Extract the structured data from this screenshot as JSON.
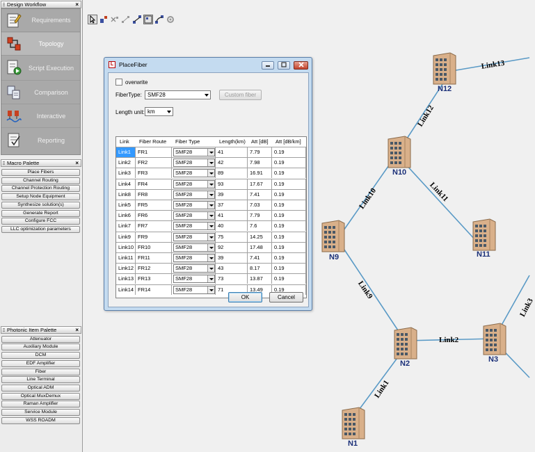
{
  "design_workflow": {
    "title": "Design Workflow",
    "items": [
      {
        "label": "Requirements",
        "icon": "checklist-icon"
      },
      {
        "label": "Topology",
        "icon": "topology-icon"
      },
      {
        "label": "Script Execution",
        "icon": "script-execution-icon"
      },
      {
        "label": "Comparison",
        "icon": "comparison-icon"
      },
      {
        "label": "Interactive",
        "icon": "interactive-icon"
      },
      {
        "label": "Reporting",
        "icon": "reporting-icon"
      }
    ],
    "active_index": 1
  },
  "macro_palette": {
    "title": "Macro Palette",
    "items": [
      "Place Fibers",
      "Channel Routing",
      "Channel Protection Routing",
      "Setup Node Equipment",
      "Synthesize solution(s)",
      "Generate Report",
      "Configure FCC",
      "LLC optimization parameters"
    ]
  },
  "photonic_palette": {
    "title": "Photonic Item Palette",
    "items": [
      "Attenuator",
      "Auxiliary Module",
      "DCM",
      "EDF Amplifier",
      "Fiber",
      "Line Terminal",
      "Optical ADM",
      "Optical MuxDemux",
      "Raman Amplifier",
      "Service Module",
      "WSS ROADM"
    ]
  },
  "toolbar": {
    "tools": [
      "select-pointer-icon",
      "add-node-icon",
      "delete-node-icon",
      "add-link-icon",
      "connect-icon",
      "fit-view-icon",
      "edit-link-icon",
      "settings-icon"
    ]
  },
  "topology": {
    "link_color": "#5a9ac6",
    "nodes": [
      {
        "id": "N12",
        "label": "N12"
      },
      {
        "id": "N10",
        "label": "N10"
      },
      {
        "id": "N9",
        "label": "N9"
      },
      {
        "id": "N11",
        "label": "N11"
      },
      {
        "id": "N2",
        "label": "N2"
      },
      {
        "id": "N3",
        "label": "N3"
      },
      {
        "id": "N1",
        "label": "N1"
      }
    ],
    "links": [
      {
        "label": "Link13"
      },
      {
        "label": "Link12"
      },
      {
        "label": "Link10"
      },
      {
        "label": "Link11"
      },
      {
        "label": "Link9"
      },
      {
        "label": "Link2"
      },
      {
        "label": "Link1"
      },
      {
        "label": "Link3"
      }
    ]
  },
  "dialog": {
    "title": "PlaceFiber",
    "overwrite_label": "overwrite",
    "overwrite_checked": false,
    "fiber_type_label": "FiberType:",
    "fiber_type_value": "SMF28",
    "custom_fiber_label": "Custom fiber",
    "length_unit_label": "Length unit:",
    "length_unit_value": "km",
    "ok_label": "OK",
    "cancel_label": "Cancel",
    "table": {
      "columns": [
        "Link",
        "Fiber Route",
        "Fiber Type",
        "Length(km)",
        "Att [dB]",
        "Att [dB/km]"
      ],
      "rows": [
        {
          "link": "Link1",
          "route": "FR1",
          "type": "SMF28",
          "length": "41",
          "att": "7.79",
          "att_km": "0.19"
        },
        {
          "link": "Link2",
          "route": "FR2",
          "type": "SMF28",
          "length": "42",
          "att": "7.98",
          "att_km": "0.19"
        },
        {
          "link": "Link3",
          "route": "FR3",
          "type": "SMF28",
          "length": "89",
          "att": "16.91",
          "att_km": "0.19"
        },
        {
          "link": "Link4",
          "route": "FR4",
          "type": "SMF28",
          "length": "93",
          "att": "17.67",
          "att_km": "0.19"
        },
        {
          "link": "Link8",
          "route": "FR8",
          "type": "SMF28",
          "length": "39",
          "att": "7.41",
          "att_km": "0.19"
        },
        {
          "link": "Link5",
          "route": "FR5",
          "type": "SMF28",
          "length": "37",
          "att": "7.03",
          "att_km": "0.19"
        },
        {
          "link": "Link6",
          "route": "FR6",
          "type": "SMF28",
          "length": "41",
          "att": "7.79",
          "att_km": "0.19"
        },
        {
          "link": "Link7",
          "route": "FR7",
          "type": "SMF28",
          "length": "40",
          "att": "7.6",
          "att_km": "0.19"
        },
        {
          "link": "Link9",
          "route": "FR9",
          "type": "SMF28",
          "length": "75",
          "att": "14.25",
          "att_km": "0.19"
        },
        {
          "link": "Link10",
          "route": "FR10",
          "type": "SMF28",
          "length": "92",
          "att": "17.48",
          "att_km": "0.19"
        },
        {
          "link": "Link11",
          "route": "FR11",
          "type": "SMF28",
          "length": "39",
          "att": "7.41",
          "att_km": "0.19"
        },
        {
          "link": "Link12",
          "route": "FR12",
          "type": "SMF28",
          "length": "43",
          "att": "8.17",
          "att_km": "0.19"
        },
        {
          "link": "Link13",
          "route": "FR13",
          "type": "SMF28",
          "length": "73",
          "att": "13.87",
          "att_km": "0.19"
        },
        {
          "link": "Link14",
          "route": "FR14",
          "type": "SMF28",
          "length": "71",
          "att": "13.49",
          "att_km": "0.19"
        }
      ],
      "selected_row": 0
    }
  }
}
